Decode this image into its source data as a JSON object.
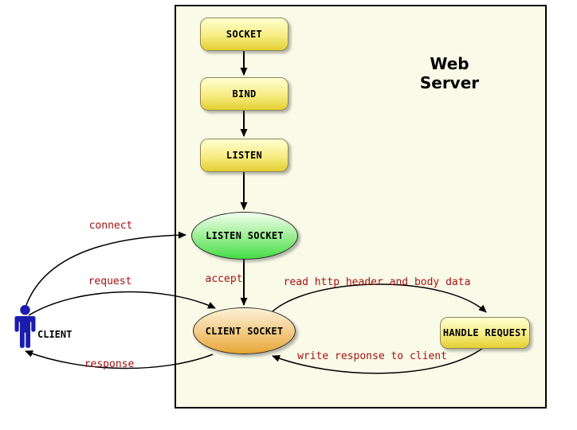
{
  "title": "Web Server",
  "nodes": {
    "socket": {
      "label": "SOCKET"
    },
    "bind": {
      "label": "BIND"
    },
    "listen": {
      "label": "LISTEN"
    },
    "listen_socket": {
      "label": "LISTEN SOCKET"
    },
    "client_socket": {
      "label": "CLIENT SOCKET"
    },
    "handle_request": {
      "label": "HANDLE REQUEST"
    }
  },
  "actor": {
    "label": "CLIENT"
  },
  "edge_labels": {
    "connect": "connect",
    "request": "request",
    "response": "response",
    "accept": "accept",
    "read_http": "read http header and body data",
    "write_response": "write response to client"
  },
  "colors": {
    "server_box_background": "#FAFAE8",
    "server_box_border": "#000000",
    "process_fill_top": "#FFFFD2",
    "process_fill_bottom": "#E3CF32",
    "process_border": "#8A8A58",
    "listen_socket_fill_top": "#F2FFF0",
    "listen_socket_fill_bottom": "#44DE44",
    "client_socket_fill_top": "#FCF2D6",
    "client_socket_fill_bottom": "#E8A636",
    "edge_label_color": "#A31212",
    "arrow_color": "#000000",
    "actor_color": "#1C1CAC"
  }
}
